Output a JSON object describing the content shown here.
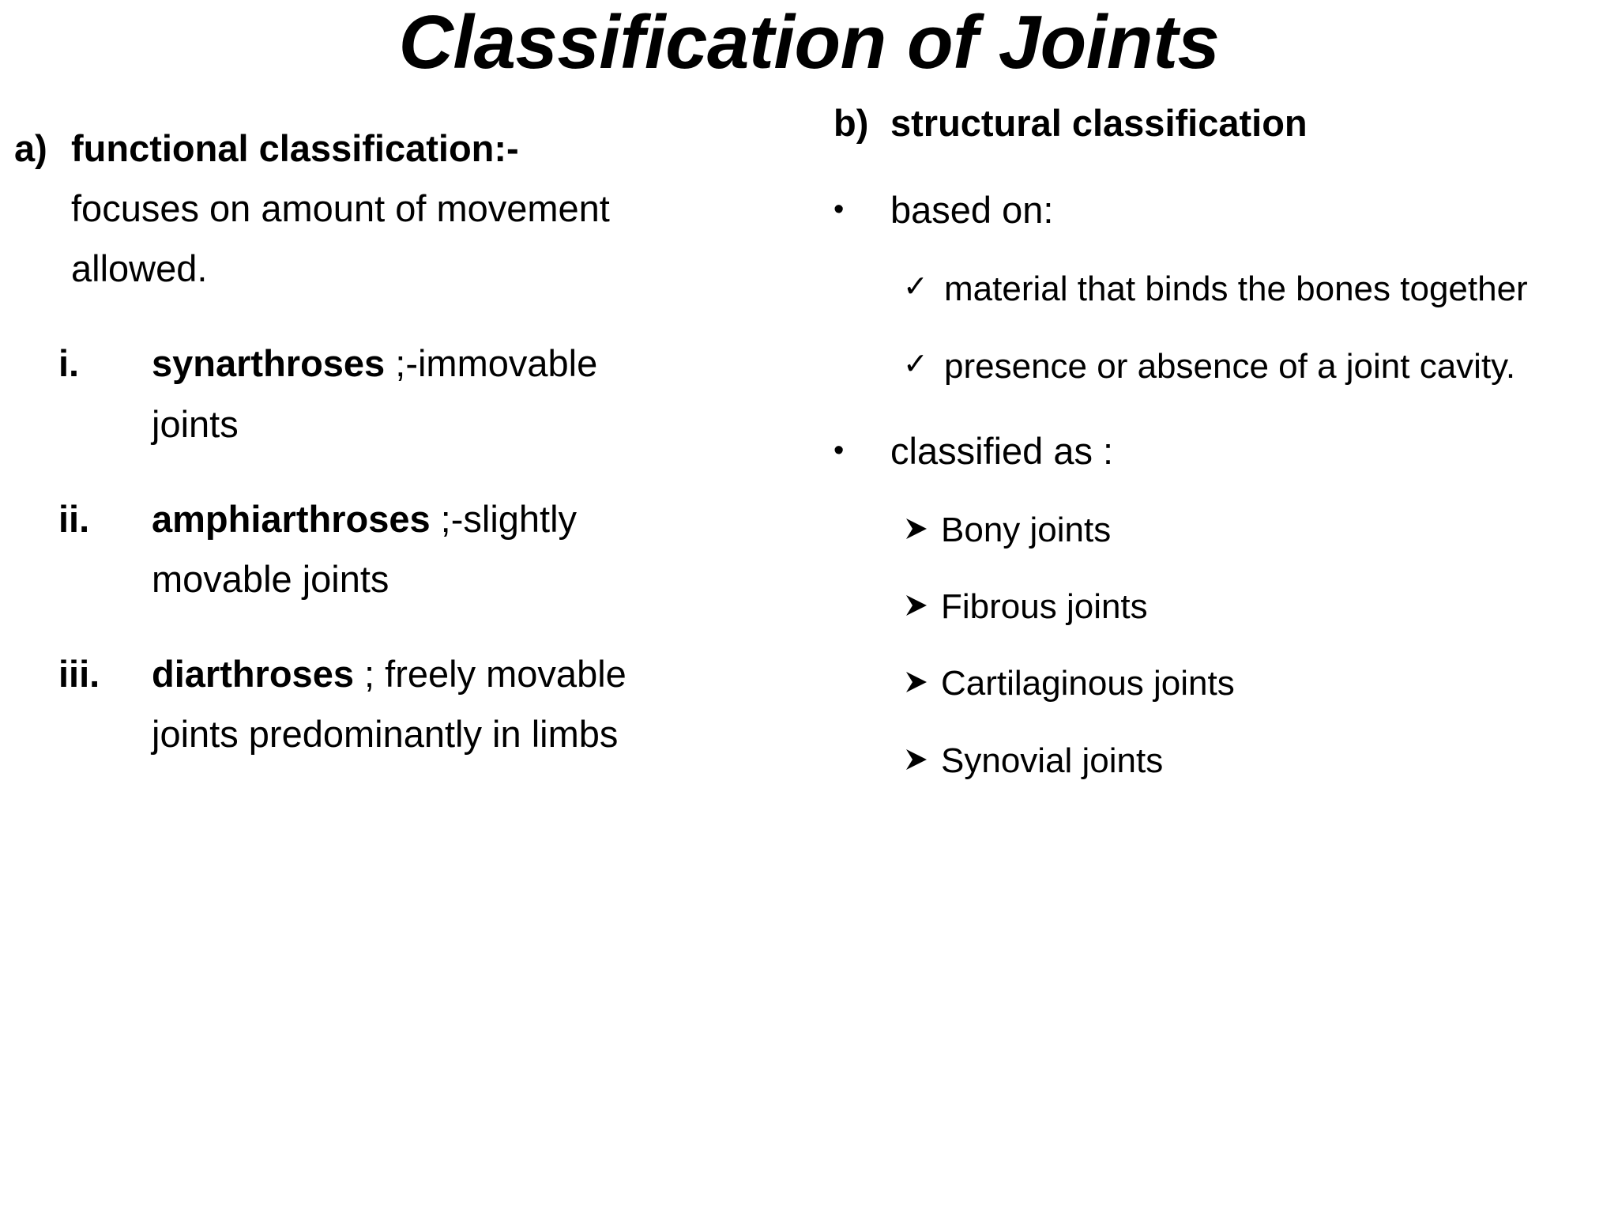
{
  "slide": {
    "title": "Classification of Joints",
    "background_color": "#ffffff",
    "text_color": "#000000"
  },
  "left_column": {
    "heading": {
      "marker": "a)",
      "bold_text": "functional classification:-",
      "rest_text": "focuses on amount of movement allowed."
    },
    "items": [
      {
        "marker": "i.",
        "bold_text": "synarthroses",
        "rest_text": " ;-immovable joints"
      },
      {
        "marker": "ii.",
        "bold_text": "amphiarthroses",
        "rest_text": " ;-slightly movable joints"
      },
      {
        "marker": "iii.",
        "bold_text": "diarthroses",
        "rest_text": " ; freely movable joints predominantly in limbs"
      }
    ]
  },
  "right_column": {
    "heading": {
      "marker": "b)",
      "text": "structural classification"
    },
    "groups": [
      {
        "bullet": "bullet-dot",
        "label": "based on:",
        "subbullet": "check-icon",
        "sub_items": [
          "material that binds the bones together",
          "presence or absence of a joint cavity."
        ]
      },
      {
        "bullet": "bullet-dot",
        "label": "classified as :",
        "subbullet": "arrowhead-icon",
        "sub_items": [
          "Bony joints",
          "Fibrous joints",
          "Cartilaginous joints",
          "Synovial joints"
        ]
      }
    ]
  },
  "glyphs": {
    "dot": "•",
    "check": "✓"
  }
}
